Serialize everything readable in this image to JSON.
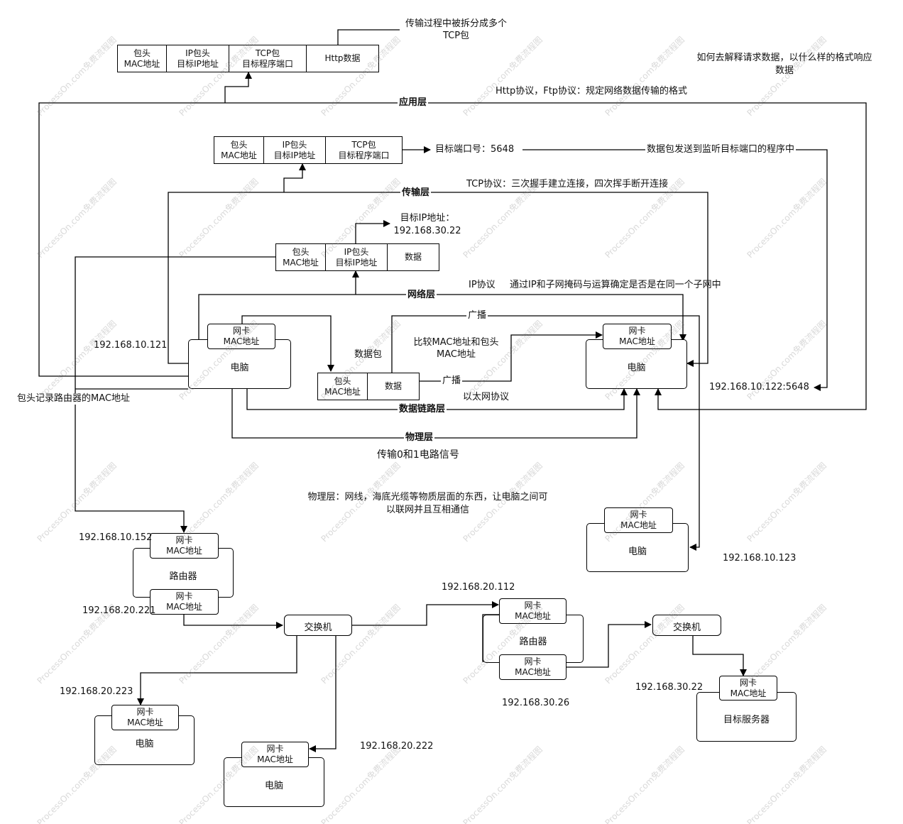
{
  "packets": {
    "app": {
      "cells": [
        [
          "包头",
          "MAC地址"
        ],
        [
          "IP包头",
          "目标IP地址"
        ],
        [
          "TCP包",
          "目标程序端口"
        ],
        [
          "Http数据"
        ]
      ]
    },
    "transport": {
      "cells": [
        [
          "包头",
          "MAC地址"
        ],
        [
          "IP包头",
          "目标IP地址"
        ],
        [
          "TCP包",
          "目标程序端口"
        ]
      ]
    },
    "network": {
      "cells": [
        [
          "包头",
          "MAC地址"
        ],
        [
          "IP包头",
          "目标IP地址"
        ],
        [
          "数据"
        ]
      ]
    },
    "datalink": {
      "cells": [
        [
          "包头",
          "MAC地址"
        ],
        [
          "数据"
        ]
      ]
    }
  },
  "layers": {
    "application": "应用层",
    "transport": "传输层",
    "network": "网络层",
    "datalink": "数据链路层",
    "physical": "物理层"
  },
  "notes": {
    "split_line1": "传输过程中被拆分成多个",
    "split_line2": "TCP包",
    "interpret_line1": "如何去解释请求数据，以什么样的格式响应",
    "interpret_line2": "数据",
    "http": "Http协议，Ftp协议：规定网络数据传输的格式",
    "port": "目标端口号：5648",
    "deliver": "数据包发送到监听目标端口的程序中",
    "tcp": "TCP协议：三次握手建立连接，四次挥手断开连接",
    "target_ip_line1": "目标IP地址：",
    "target_ip_line2": "192.168.30.22",
    "ip_protocol": "IP协议",
    "subnet": "通过IP和子网掩码与运算确定是否是在同一个子网中",
    "broadcast_top": "广播",
    "broadcast_mid": "广播",
    "packet": "数据包",
    "compare_line1": "比较MAC地址和包头",
    "compare_line2": "MAC地址",
    "ethernet": "以太网协议",
    "signal": "传输0和1电路信号",
    "physical_line1": "物理层：网线，海底光缆等物质层面的东西，让电脑之间可",
    "physical_line2": "以联网并且互相通信",
    "router_mac_note": "包头记录路由器的MAC地址"
  },
  "nic": {
    "line1": "网卡",
    "line2": "MAC地址"
  },
  "devices": {
    "pc_left": "电脑",
    "pc_right": "电脑",
    "pc_123": "电脑",
    "router1": "路由器",
    "router2": "路由器",
    "switch1": "交换机",
    "switch2": "交换机",
    "pc_223": "电脑",
    "pc_222": "电脑",
    "server": "目标服务器"
  },
  "ips": {
    "left_pc": "192.168.10.121",
    "right_pc": "192.168.10.122:5648",
    "pc_123": "192.168.10.123",
    "router1_top": "192.168.10.152",
    "router1_bottom": "192.168.20.221",
    "router2_top": "192.168.20.112",
    "router2_bottom": "192.168.30.26",
    "pc_223": "192.168.20.223",
    "pc_222": "192.168.20.222",
    "server": "192.168.30.22"
  },
  "watermark": "ProcessOn.com免费流程图"
}
